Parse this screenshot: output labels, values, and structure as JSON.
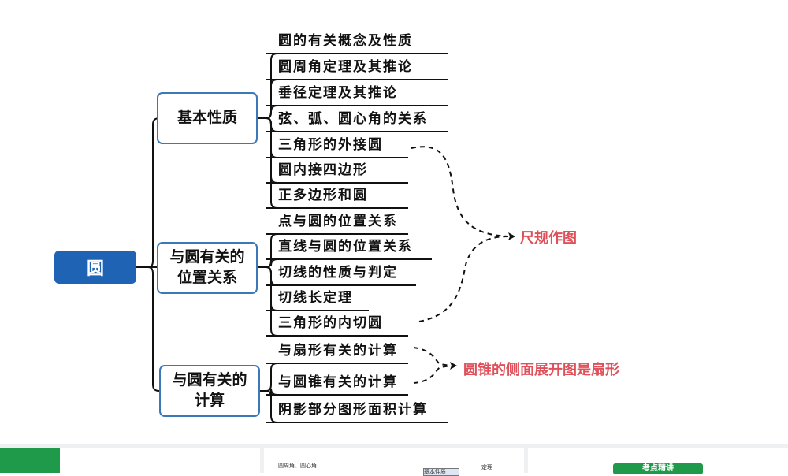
{
  "root": "圆",
  "categories": [
    {
      "lines": [
        "基本性质"
      ]
    },
    {
      "lines": [
        "与圆有关的",
        "位置关系"
      ]
    },
    {
      "lines": [
        "与圆有关的",
        "计算"
      ]
    }
  ],
  "leaves": [
    "圆的有关概念及性质",
    "圆周角定理及其推论",
    "垂径定理及其推论",
    "弦、弧、圆心角的关系",
    "三角形的外接圆",
    "圆内接四边形",
    "正多边形和圆",
    "点与圆的位置关系",
    "直线与圆的位置关系",
    "切线的性质与判定",
    "切线长定理",
    "三角形的内切圆",
    "与扇形有关的计算",
    "与圆锥有关的计算",
    "阴影部分图形面积计算"
  ],
  "notes": [
    "尺规作图",
    "圆锥的侧面展开图是扇形"
  ],
  "thumbnails": {
    "thumb2_text_a": "圆周角、圆心角",
    "thumb2_text_b": "定理",
    "thumb2_box": "基本性质",
    "thumb3_tag": "考点精讲"
  },
  "colors": {
    "root_fill": "#1e63b4",
    "category_border": "#3a78b8",
    "note_text": "#e0505a",
    "thumb_green": "#1f9a4a"
  }
}
